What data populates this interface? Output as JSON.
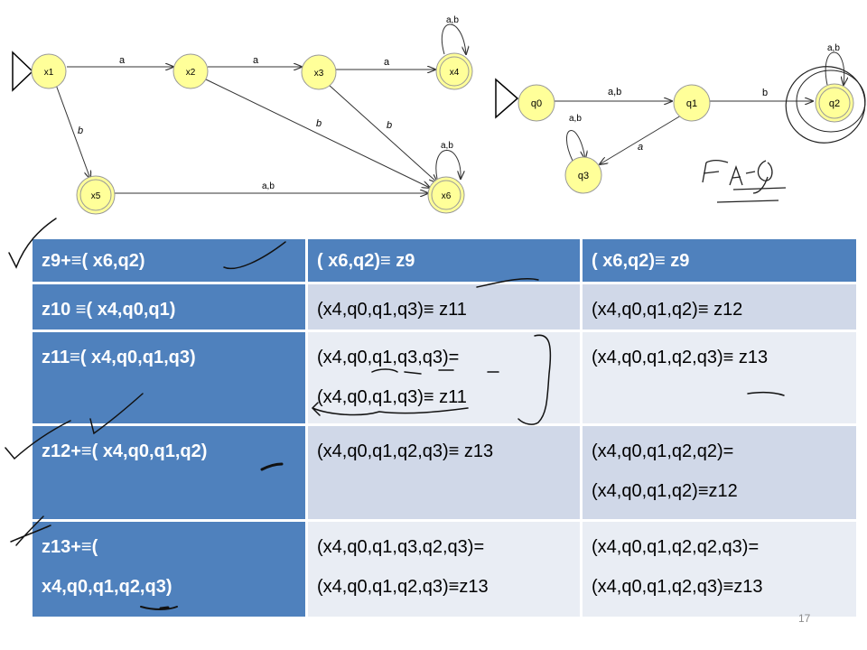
{
  "automaton_x": {
    "states": [
      "x1",
      "x2",
      "x3",
      "x4",
      "x5",
      "x6"
    ],
    "edge_labels": {
      "x1_x2": "a",
      "x2_x3": "a",
      "x3_x4": "a",
      "x4_loop": "a,b",
      "x1_x5": "b",
      "x2_x6": "b",
      "x3_x6": "b",
      "x5_x6": "a,b",
      "x6_loop": "a,b"
    }
  },
  "automaton_q": {
    "states": [
      "q0",
      "q1",
      "q2",
      "q3"
    ],
    "edge_labels": {
      "q0_q1": "a,b",
      "q1_q2": "b",
      "q2_loop": "a,b",
      "q1_q3": "a",
      "q3_loop": "a,b"
    }
  },
  "table": {
    "header": [
      "z9+≡( x6,q2)",
      "( x6,q2)≡ z9",
      "( x6,q2)≡ z9"
    ],
    "rows": [
      {
        "state": [
          "z10 ≡( x4,q0,q1)"
        ],
        "a": [
          "(x4,q0,q1,q3)≡ z11"
        ],
        "b": [
          "(x4,q0,q1,q2)≡ z12"
        ]
      },
      {
        "state": [
          "z11≡( x4,q0,q1,q3)"
        ],
        "a": [
          "(x4,q0,q1,q3,q3)=",
          "(x4,q0,q1,q3)≡ z11"
        ],
        "b": [
          "(x4,q0,q1,q2,q3)≡ z13"
        ]
      },
      {
        "state": [
          "z12+≡( x4,q0,q1,q2)"
        ],
        "a": [
          "(x4,q0,q1,q2,q3)≡ z13"
        ],
        "b": [
          "(x4,q0,q1,q2,q2)=",
          "(x4,q0,q1,q2)≡z12"
        ]
      },
      {
        "state": [
          "z13+≡(",
          "x4,q0,q1,q2,q3)"
        ],
        "a": [
          "(x4,q0,q1,q3,q2,q3)=",
          "(x4,q0,q1,q2,q3)≡z13"
        ],
        "b": [
          "(x4,q0,q1,q2,q2,q3)=",
          "(x4,q0,q1,q2,q3)≡z13"
        ]
      }
    ]
  },
  "page_number": "17",
  "colors": {
    "header_blue": "#4f81bd",
    "row_light": "#e9edf4",
    "row_mid": "#d0d8e8",
    "state_fill": "#ffff99"
  }
}
